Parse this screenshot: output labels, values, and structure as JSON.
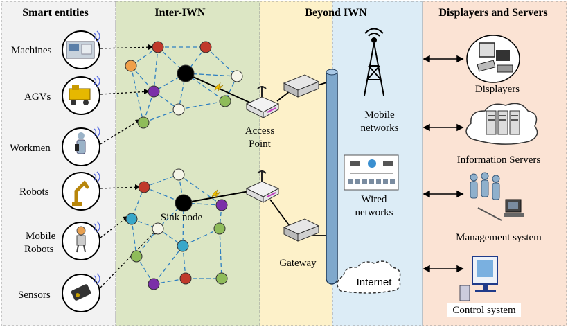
{
  "sections": {
    "smart_entities": "Smart entities",
    "inter_iwn": "Inter-IWN",
    "beyond_iwn": "Beyond IWN",
    "displayers_servers": "Displayers and Servers"
  },
  "entities": {
    "machines": "Machines",
    "agvs": "AGVs",
    "workmen": "Workmen",
    "robots": "Robots",
    "mobile_robots_line1": "Mobile",
    "mobile_robots_line2": "Robots",
    "sensors": "Sensors"
  },
  "network": {
    "sink_node": "Sink node",
    "access_point_line1": "Access",
    "access_point_line2": "Point",
    "gateway": "Gateway"
  },
  "beyond": {
    "mobile_line1": "Mobile",
    "mobile_line2": "networks",
    "wired_line1": "Wired",
    "wired_line2": "networks",
    "internet": "Internet"
  },
  "servers": {
    "displayers": "Displayers",
    "information_servers": "Information Servers",
    "management_system": "Management system",
    "control_system": "Control system"
  },
  "colors": {
    "smart_entities_bg": "#f2f2f2",
    "inter_iwn_bg": "#dce6c4",
    "beyond_iwn_bg": "#fdf1c9",
    "blue_zone_bg": "#dcecf6",
    "servers_bg": "#fbe3d4",
    "node_red": "#c0392b",
    "node_orange": "#f0a04a",
    "node_purple": "#7b2fa8",
    "node_green": "#8fbc5a",
    "node_cyan": "#3aa7c9",
    "node_white": "#f5f5e8",
    "link_blue": "#2e7fc1"
  },
  "icons": [
    "machine-icon",
    "agv-icon",
    "workman-icon",
    "robot-arm-icon",
    "mobile-robot-icon",
    "sensor-icon",
    "wifi-icon",
    "antenna-icon",
    "router-icon",
    "cell-tower-icon",
    "switch-network-icon",
    "cloud-icon",
    "display-icon",
    "server-icon",
    "management-icon",
    "control-terminal-icon"
  ]
}
